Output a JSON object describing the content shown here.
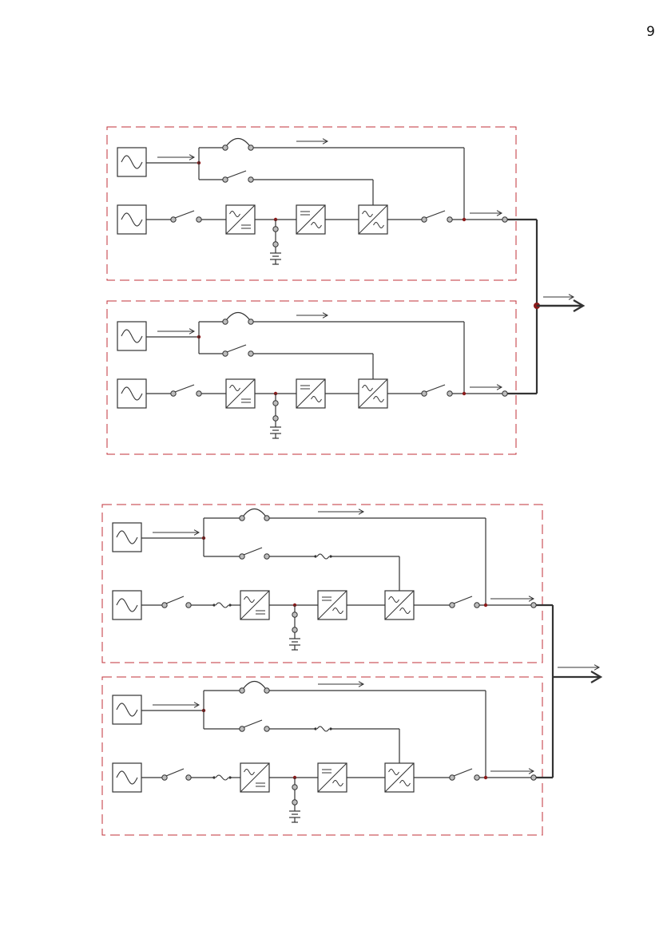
{
  "page": {
    "number": "9"
  },
  "colors": {
    "line": "#333333",
    "frame": "#c0303a",
    "junction": "#8b1a1a",
    "contact_fill": "#bdbdbd"
  },
  "diagrams": [
    {
      "name": "parallel-ups-system-a",
      "modules": 2,
      "branch_fuses": false
    },
    {
      "name": "parallel-ups-system-b",
      "modules": 2,
      "branch_fuses": true
    }
  ]
}
